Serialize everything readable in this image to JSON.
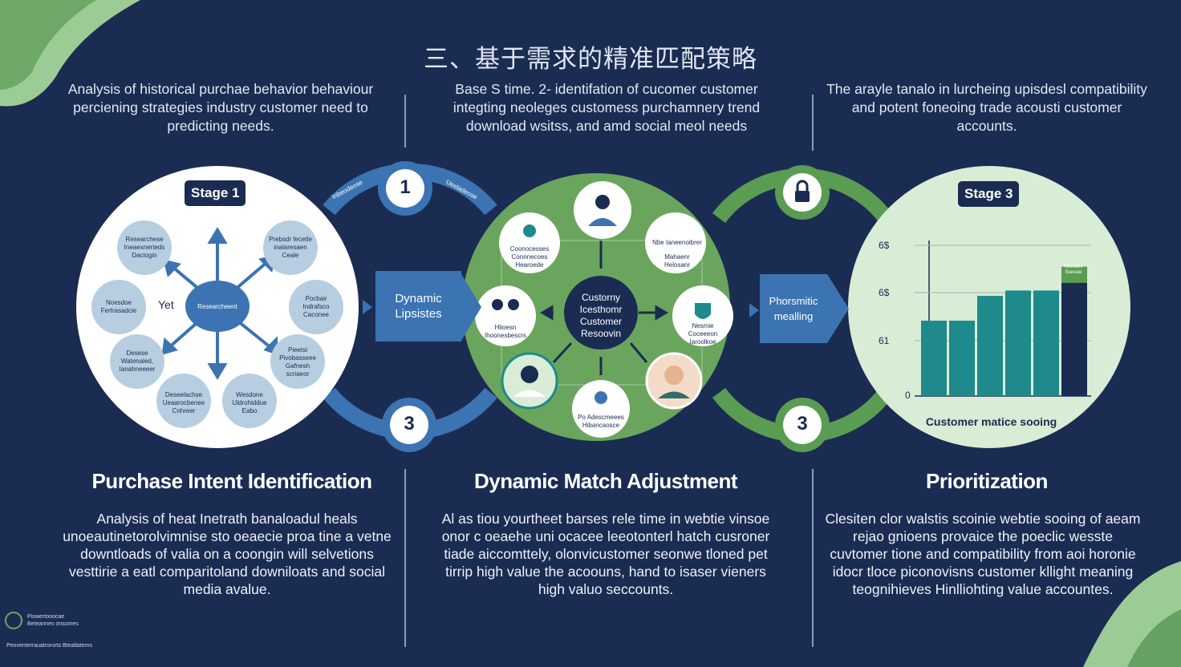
{
  "title": "三、基于需求的精准匹配策略",
  "top_captions": [
    "Analysis of historical purchae behavior behaviour perciening strategies industry customer need to predicting needs.",
    "Base S time. 2- identifation of cucomer customer integting neoleges customess purchamnery trend download wsitss, and amd social meol needs",
    "The arayle tanalo in lurcheing upisdesl compatibility and potent foneoing trade acousti customer accounts."
  ],
  "stage1": {
    "badge": "Stage 1",
    "hub_text": "Researcheent",
    "hub_side": "Yet",
    "satellites": [
      "Researchese Ineaexnerteds Daciogin",
      "Prebsdr fecetle inalaresaen Ceale",
      "Noesdoe Fertrasadcie",
      "Pocbair Indrafsco Caconee",
      "Desese Watenaled, Ianahneeeer",
      "Pieetsi Pivobasseee Gafnesh scriaeor",
      "Deseelachse Ueaarocbenee Cnhreer",
      "Wesdone Uldrohiddue Eabo"
    ]
  },
  "node1": "1",
  "node3_left": "3",
  "arc_left_labels": [
    "Inbeodeose",
    "Ueeladeose"
  ],
  "arrow_left": "Dynamic Lipsistes",
  "stage2": {
    "hub_text": "Custorny Icesthomr Customer Resoovin",
    "satellites": [
      "Coonocesses Connnecoes Hearoede",
      "Mahaenr Helosanr",
      "Nbe Ianeenoibrer",
      "Hlioesn Ihoonesbescrs",
      "Nesmie Coceeeon Iaroolkoe",
      "Po Adescmeees Hibancaosce"
    ]
  },
  "arrow_right": "Phorsmitic mealling",
  "stage3": {
    "badge": "Stage 3",
    "chart_caption": "Customer matice sooing"
  },
  "chart_data": {
    "type": "bar",
    "y_tick_labels": [
      "0",
      "61",
      "6$",
      "6$"
    ],
    "values": [
      70,
      70,
      93,
      98,
      98,
      120
    ],
    "bar_label": "Nooraes Ssessie"
  },
  "sections": [
    {
      "heading": "Purchase Intent Identification",
      "body": "Analysis of heat Inetrath banaloadul heals unoeautinetorolvimnise sto oeaecie proa tine a vetne downtloads of valia on a coongin will selvetions vesttirie a eatl comparitoland downiloats and social media avalue."
    },
    {
      "heading": "Dynamic Match Adjustment",
      "body": "Al as tiou yourtheet barses rele time in webtie vinsoe onor c oeaehe uni ocacee leeotonterl hatch cusroner tiade aiccomttely, olonvicustomer seonwe tloned pet tirrip high value the acoouns, hand to isaser vieners high valuo seccounts."
    },
    {
      "heading": "Prioritization",
      "body": "Clesiten clor walstis scoinie webtie sooing of aeam rejao gnioens provaice the poeclic wesste cuvtomer tione and compatibility from aoi horonie idocr tloce piconovisns customer kllight meaning teognihieves Hinlliohting value accountes."
    }
  ],
  "footer": {
    "logo_line1": "Piowertooocae",
    "logo_line2": "Beteannes onsomes",
    "bottom": "Peoventerrauatrorurts Btealtatems"
  },
  "colors": {
    "navy": "#1b2c52",
    "blue": "#3c73b2",
    "green": "#6aa55e",
    "light_blue": "#b7cde0",
    "teal": "#1e8a8c",
    "light_green": "#d9ecd6"
  }
}
